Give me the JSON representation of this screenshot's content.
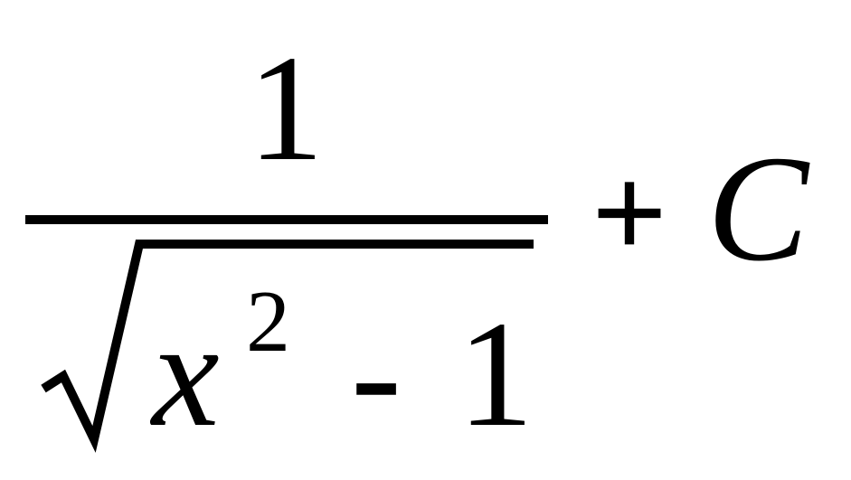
{
  "formula": {
    "numerator": "1",
    "denominator": {
      "radicand_var": "x",
      "exponent": "2",
      "operator": "-",
      "constant": "1"
    },
    "plus": "+",
    "constant": "C"
  },
  "colors": {
    "ink": "#000000",
    "background": "#ffffff"
  }
}
